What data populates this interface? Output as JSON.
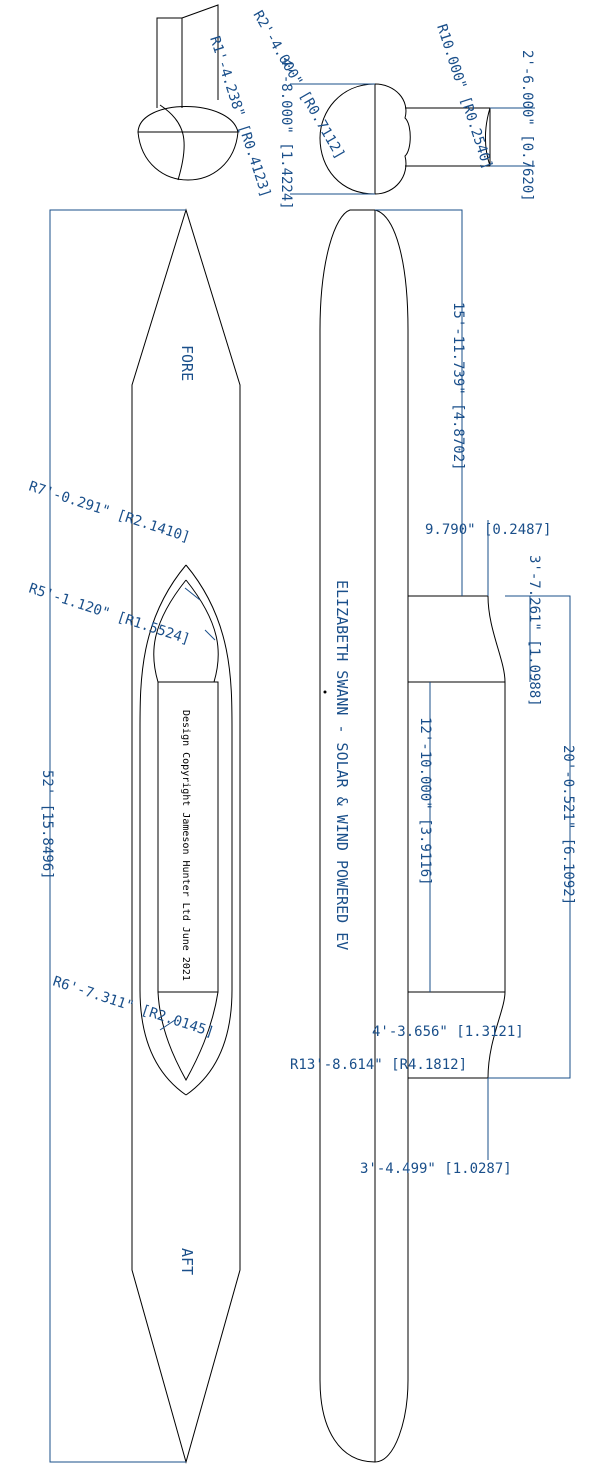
{
  "drawing": {
    "label_fore": "FORE",
    "label_aft": "AFT",
    "vessel_title": "ELIZABETH SWANN  -  SOLAR & WIND POWERED EV",
    "copyright": "Design Copyright Jameson Hunter Ltd June 2021"
  },
  "dimensions": {
    "length_overall": "52' [15.8496]",
    "cabin_radius_outer": "R7'-0.291\" [R2.1410]",
    "cabin_radius_inner": "R5'-1.120\" [R1.5524]",
    "cabin_radius_aft": "R6'-7.311\" [R2.0145]",
    "section_r1": "R1'-4.238\" [R0.4123]",
    "section_r2": "R2'-4.000\" [R0.7112]",
    "section_height": "4'-8.000\" [1.4224]",
    "side_radius": "R10.000\" [R0.2540]",
    "side_width": "2'-6.000\" [0.7620]",
    "bow_length": "15'-11.739\" [4.8702]",
    "step": "9.790\" [0.2487]",
    "fwd_taper": "3'-7.261\" [1.0988]",
    "midbody": "12'-10.000\" [3.9116]",
    "pod_length": "20'-0.521\" [6.1092]",
    "aft_width": "4'-3.656\" [1.3121]",
    "aft_radius": "R13'-8.614\" [R4.1812]",
    "aft_taper": "3'-4.499\" [1.0287]"
  }
}
